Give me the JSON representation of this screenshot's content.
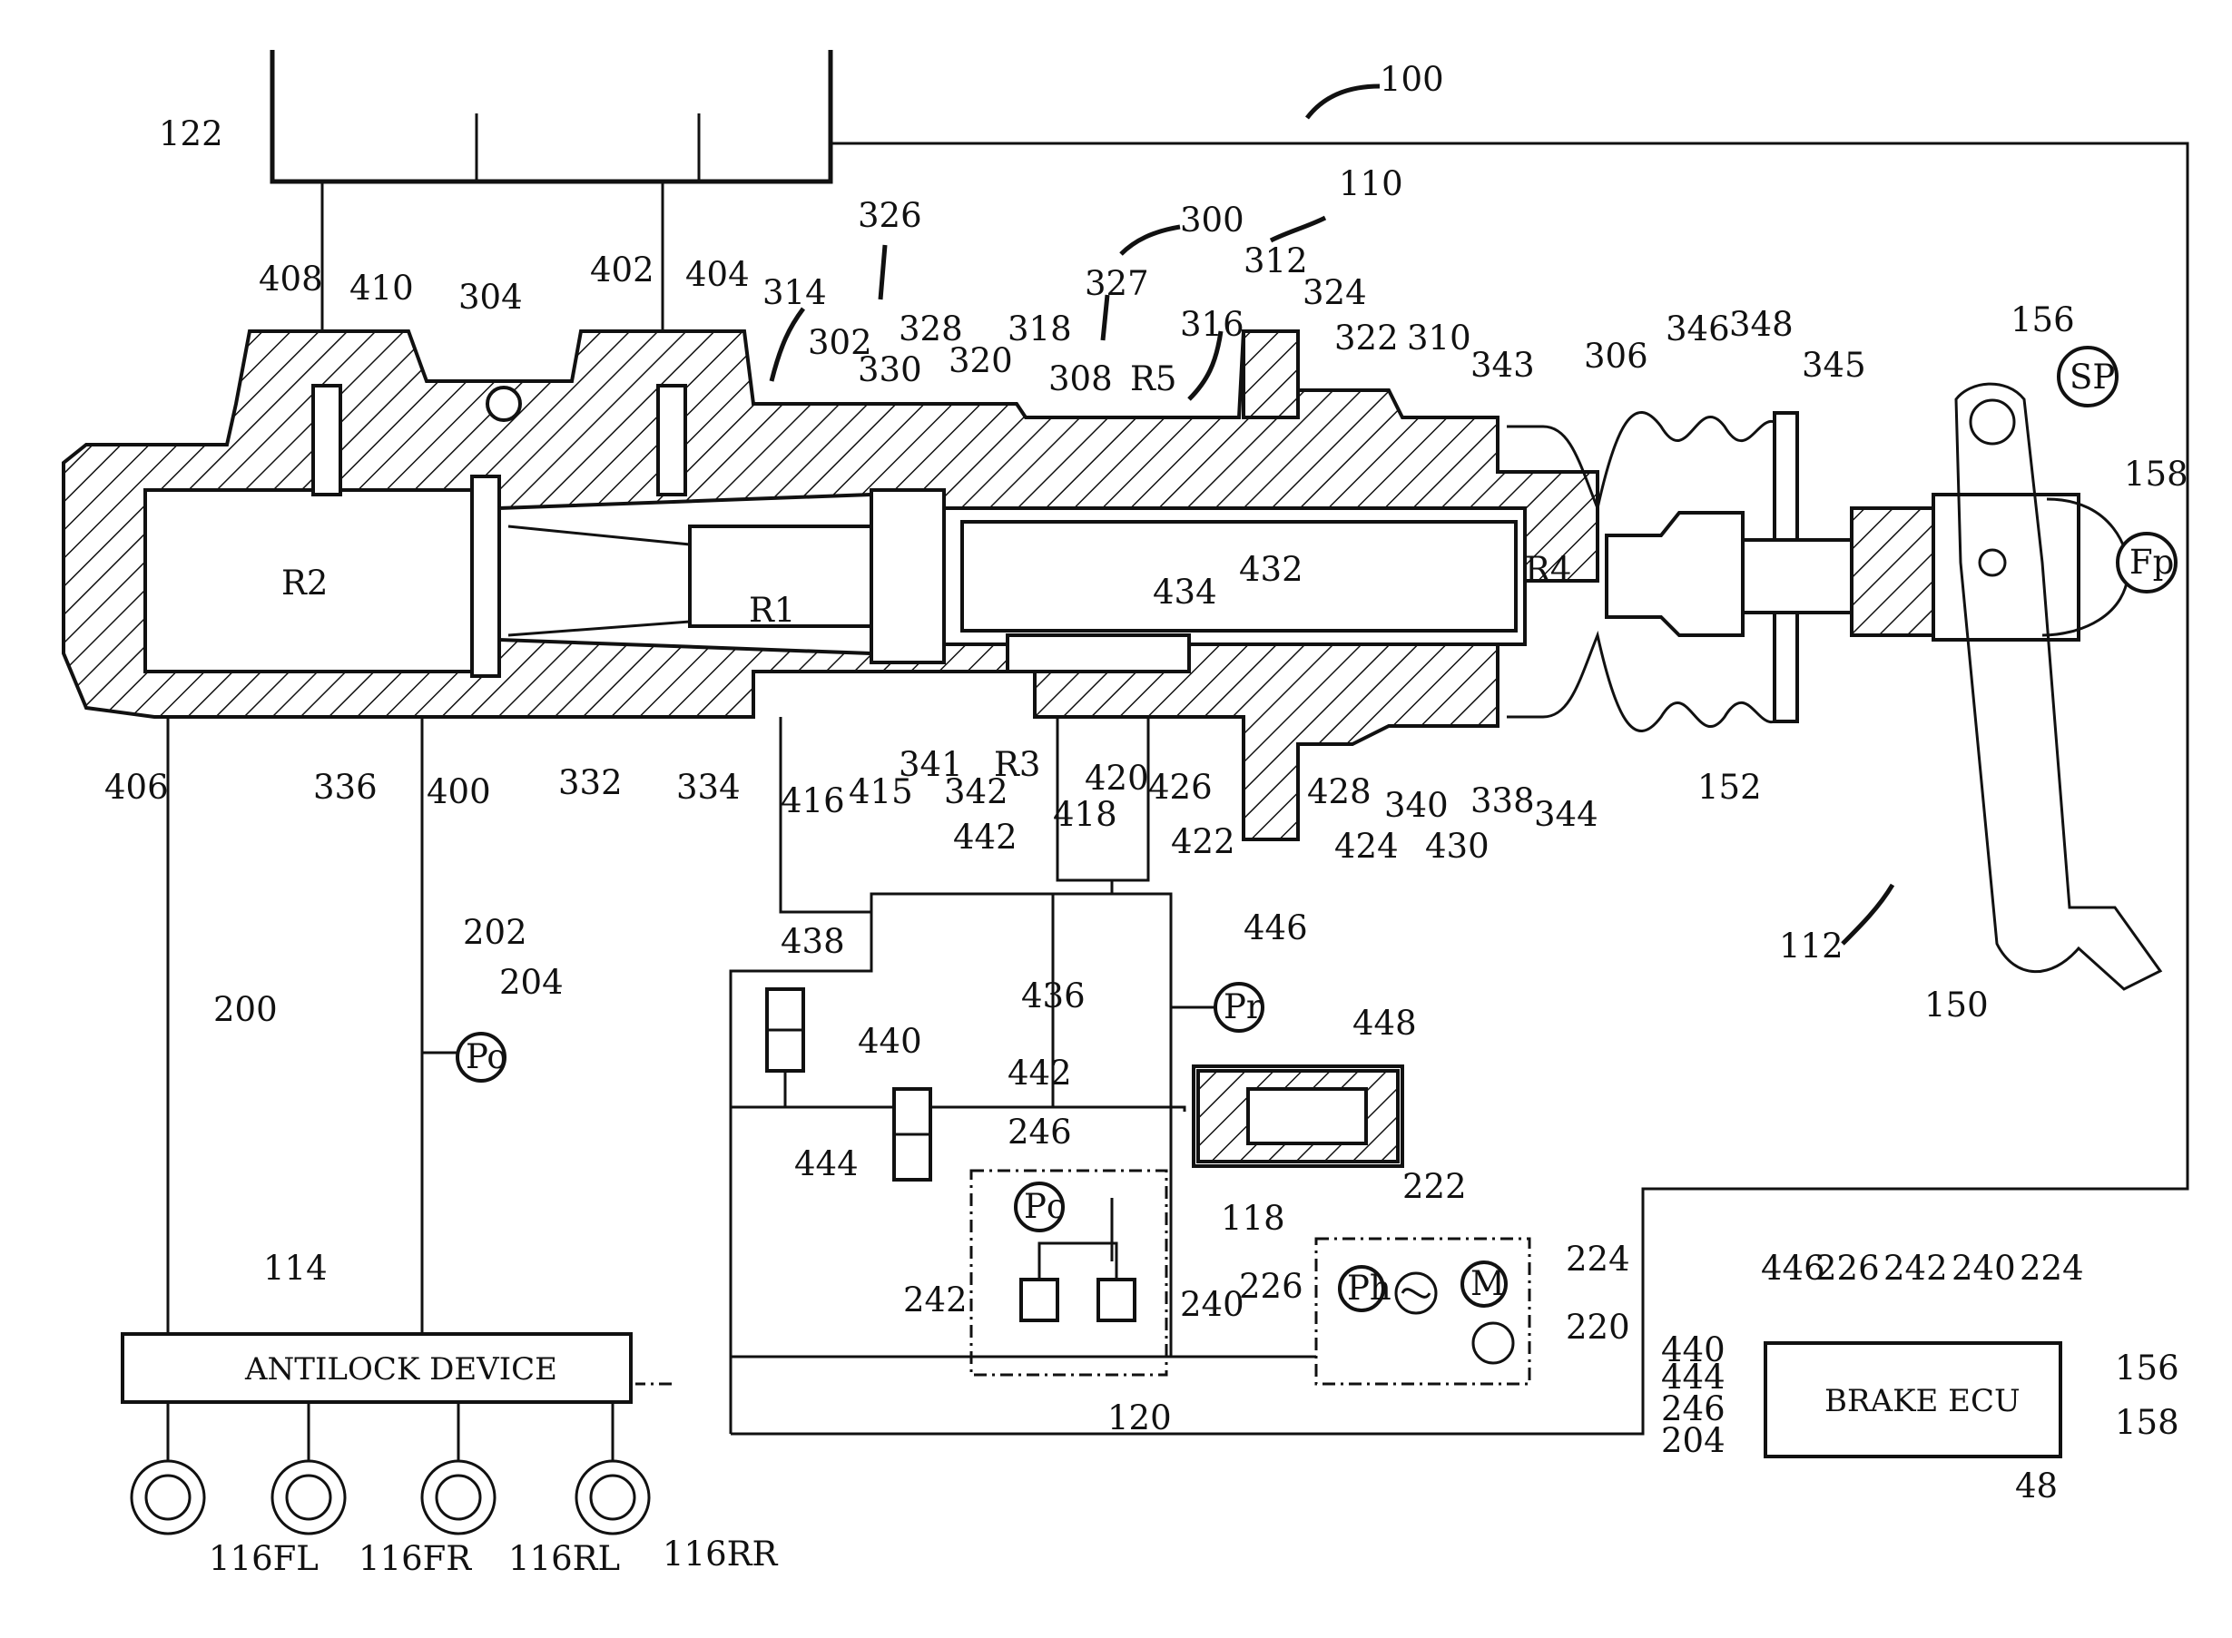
{
  "diagram": {
    "refs": {
      "r100": "100",
      "r110": "110",
      "r112": "112",
      "r114": "114",
      "r118": "118",
      "r120": "120",
      "r122": "122",
      "r150": "150",
      "r152": "152",
      "r156": "156",
      "r158": "158",
      "r200": "200",
      "r202": "202",
      "r204": "204",
      "r220": "220",
      "r222": "222",
      "r224": "224",
      "r226": "226",
      "r240": "240",
      "r242": "242",
      "r246": "246",
      "r300": "300",
      "r302": "302",
      "r304": "304",
      "r306": "306",
      "r308": "308",
      "r310": "310",
      "r312": "312",
      "r314": "314",
      "r316": "316",
      "r318": "318",
      "r320": "320",
      "r322": "322",
      "r324": "324",
      "r326": "326",
      "r327": "327",
      "r328": "328",
      "r330": "330",
      "r332": "332",
      "r334": "334",
      "r336": "336",
      "r338": "338",
      "r340": "340",
      "r341": "341",
      "r342": "342",
      "r343": "343",
      "r344": "344",
      "r345": "345",
      "r346": "346",
      "r348": "348",
      "r400": "400",
      "r402": "402",
      "r404": "404",
      "r406": "406",
      "r408": "408",
      "r410": "410",
      "r415": "415",
      "r416": "416",
      "r418": "418",
      "r420": "420",
      "r422": "422",
      "r424": "424",
      "r426": "426",
      "r428": "428",
      "r430": "430",
      "r432": "432",
      "r434": "434",
      "r436": "436",
      "r438": "438",
      "r440": "440",
      "r442a": "442",
      "r442b": "442",
      "r444": "444",
      "r446": "446",
      "r448": "448",
      "r48": "48",
      "R1": "R1",
      "R2": "R2",
      "R3": "R3",
      "R4": "R4",
      "R5": "R5",
      "fl": "116FL",
      "fr": "116FR",
      "rl": "116RL",
      "rr": "116RR"
    },
    "antilock_label": "ANTILOCK  DEVICE",
    "ecu_label": "BRAKE ECU",
    "ecu_inputs_top": [
      "446",
      "226",
      "242",
      "240",
      "224"
    ],
    "ecu_left": [
      "440",
      "444",
      "246",
      "204"
    ],
    "ecu_right": [
      "156",
      "158"
    ],
    "sensors": {
      "sp": "SP",
      "fp": "Fp",
      "pr": "Pr",
      "po": "Po",
      "pc": "Pc",
      "ph": "Ph",
      "m": "M"
    }
  }
}
